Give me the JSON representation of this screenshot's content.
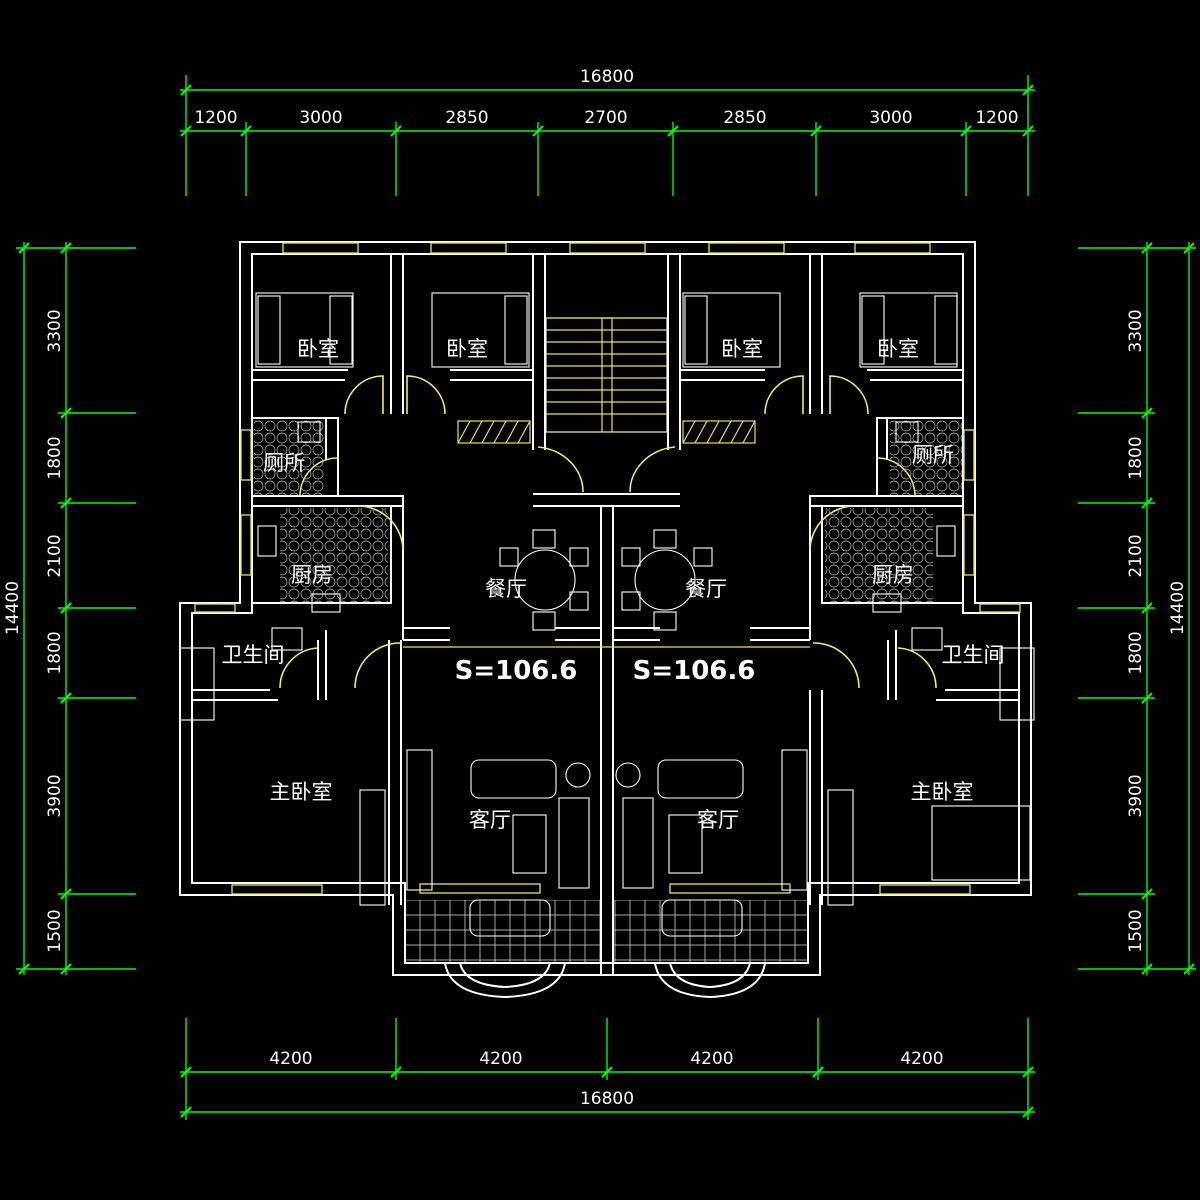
{
  "dimensions": {
    "top_total": "16800",
    "top_segments": [
      "1200",
      "3000",
      "2850",
      "2700",
      "2850",
      "3000",
      "1200"
    ],
    "bottom_segments": [
      "4200",
      "4200",
      "4200",
      "4200"
    ],
    "bottom_total": "16800",
    "left_total": "14400",
    "left_segments": [
      "3300",
      "1800",
      "2100",
      "1800",
      "3900",
      "1500"
    ],
    "right_total": "14400",
    "right_segments": [
      "3300",
      "1800",
      "2100",
      "1800",
      "3900",
      "1500"
    ]
  },
  "rooms": {
    "bedroom_1": "卧室",
    "bedroom_2": "卧室",
    "bedroom_3": "卧室",
    "bedroom_4": "卧室",
    "toilet_left": "厕所",
    "toilet_right": "厕所",
    "kitchen_left": "厨房",
    "kitchen_right": "厨房",
    "dining_left": "餐厅",
    "dining_right": "餐厅",
    "bath_left": "卫生间",
    "bath_right": "卫生间",
    "master_left": "主卧室",
    "master_right": "主卧室",
    "living_left": "客厅",
    "living_right": "客厅"
  },
  "areas": {
    "left": "S=106.6",
    "right": "S=106.6"
  },
  "colors": {
    "background": "#000000",
    "dimension_lines": "#00ff00",
    "walls": "#ffffff",
    "windows_doors": "#f0f05a"
  }
}
